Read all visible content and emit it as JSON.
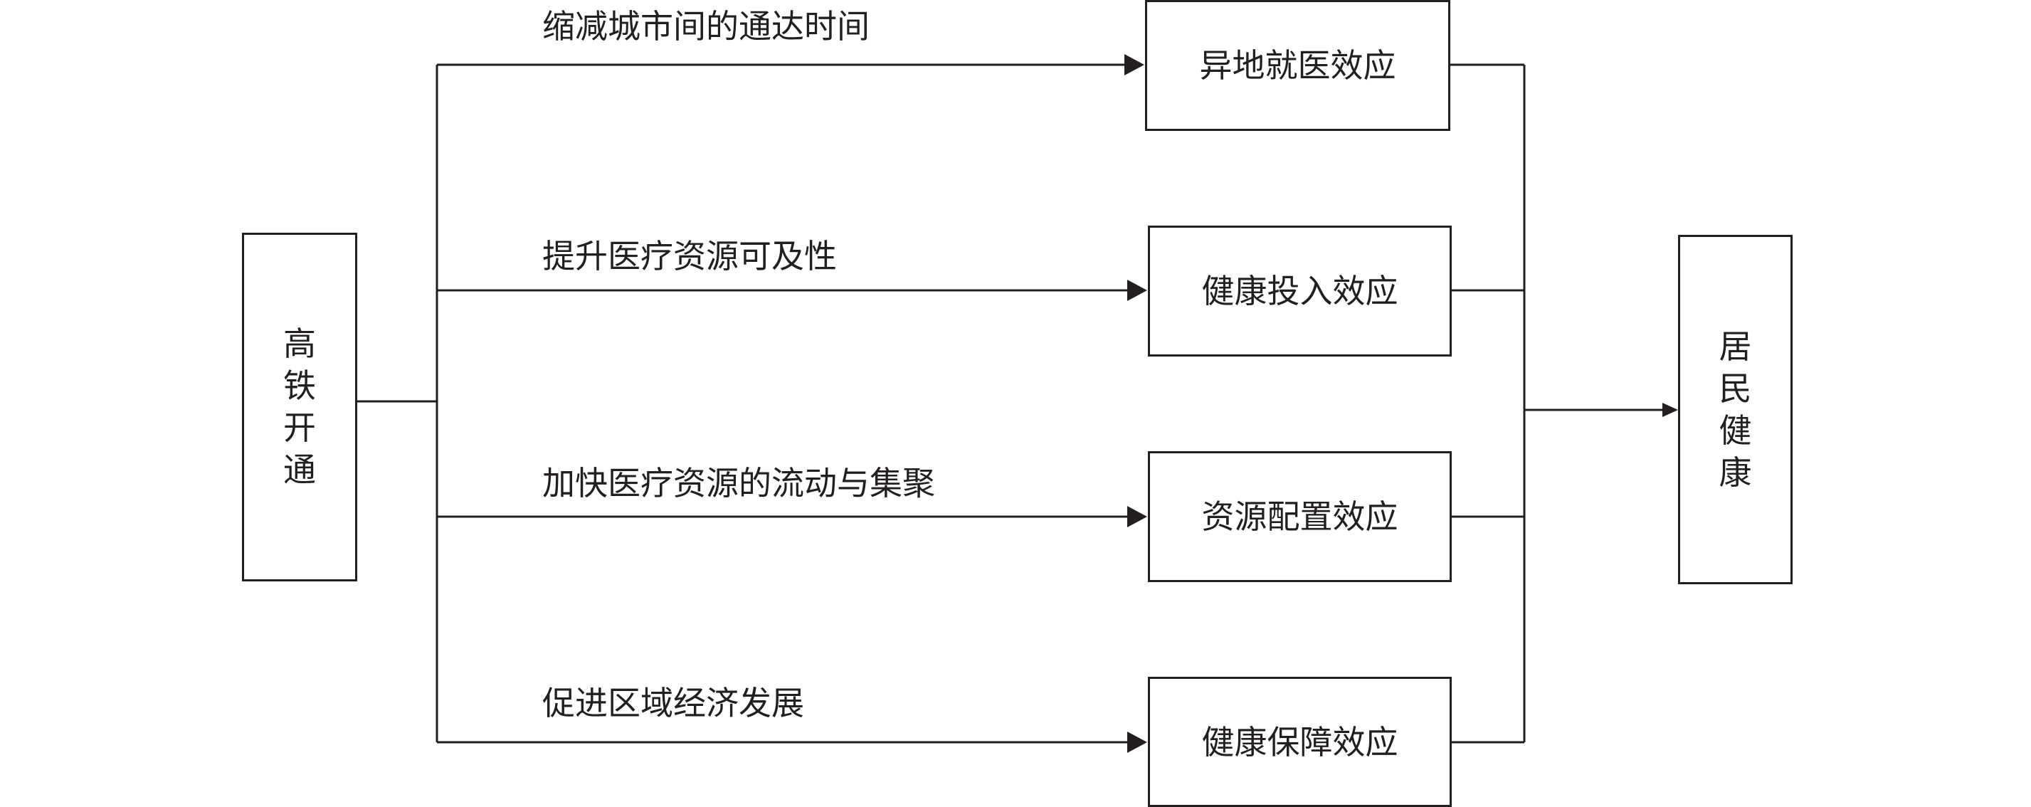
{
  "source_node": {
    "chars": [
      "高",
      "铁",
      "开",
      "通"
    ]
  },
  "target_node": {
    "chars": [
      "居",
      "民",
      "健",
      "康"
    ]
  },
  "effects": [
    {
      "label": "异地就医效应",
      "path_label": "缩减城市间的通达时间"
    },
    {
      "label": "健康投入效应",
      "path_label": "提升医疗资源可及性"
    },
    {
      "label": "资源配置效应",
      "path_label": "加快医疗资源的流动与集聚"
    },
    {
      "label": "健康保障效应",
      "path_label": "促进区域经济发展"
    }
  ],
  "colors": {
    "line": "#231f20",
    "text": "#231f20",
    "box_fill": "#ffffff"
  }
}
